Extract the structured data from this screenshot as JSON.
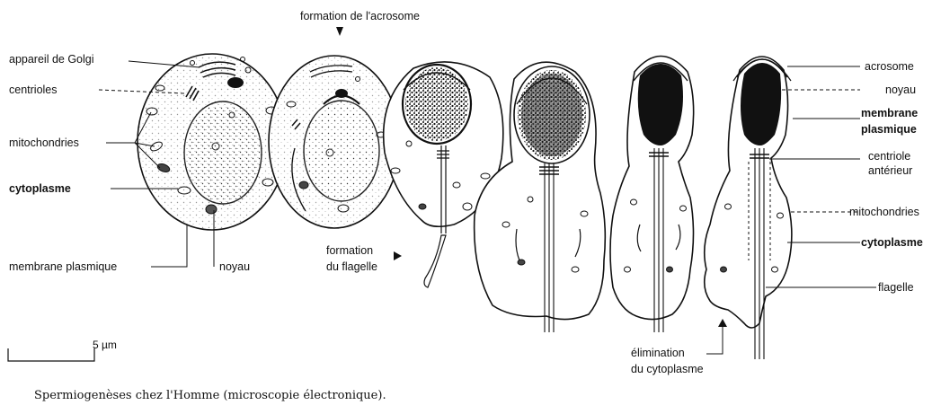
{
  "labels": {
    "formation_acrosome": "formation de l'acrosome",
    "appareil_golgi": "appareil de Golgi",
    "centrioles": "centrioles",
    "mitochondries_left": "mitochondries",
    "cytoplasme_left": "cytoplasme",
    "membrane_plasmique_left": "membrane plasmique",
    "noyau_left": "noyau",
    "formation_flagelle_1": "formation",
    "formation_flagelle_2": "du flagelle",
    "elimination_1": "élimination",
    "elimination_2": "du cytoplasme",
    "acrosome_right": "acrosome",
    "noyau_right": "noyau",
    "membrane_right_1": "membrane",
    "membrane_right_2": "plasmique",
    "centriole_1": "centriole",
    "centriole_2": "antérieur",
    "mitochondries_right": "mitochondries",
    "cytoplasme_right": "cytoplasme",
    "flagelle": "flagelle"
  },
  "scale_bar": "5 µm",
  "caption": "Spermiogenèses chez l'Homme (microscopie électronique)."
}
